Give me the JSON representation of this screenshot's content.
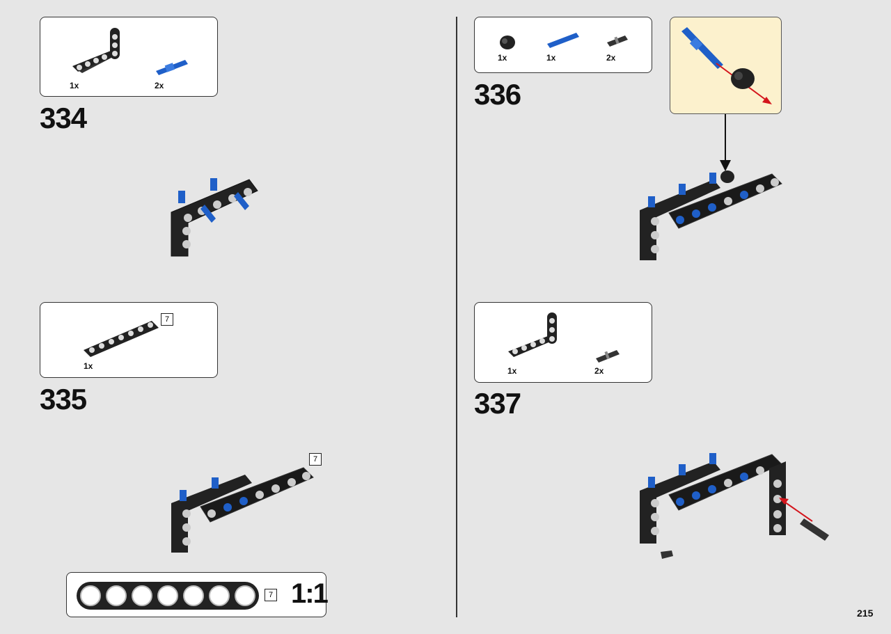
{
  "page": {
    "number": "215"
  },
  "steps": [
    {
      "number": "334",
      "parts": [
        {
          "qty": "1x",
          "icon": "l-beam-3x5-icon"
        },
        {
          "qty": "2x",
          "icon": "blue-axle-pin-icon"
        }
      ]
    },
    {
      "number": "335",
      "parts": [
        {
          "qty": "1x",
          "icon": "beam-7-icon",
          "length": "7"
        }
      ],
      "model_length": "7"
    },
    {
      "number": "336",
      "parts": [
        {
          "qty": "1x",
          "icon": "bush-icon"
        },
        {
          "qty": "1x",
          "icon": "blue-axle-pin-icon"
        },
        {
          "qty": "2x",
          "icon": "friction-pin-icon"
        }
      ]
    },
    {
      "number": "337",
      "parts": [
        {
          "qty": "1x",
          "icon": "l-beam-3x5-icon"
        },
        {
          "qty": "2x",
          "icon": "friction-pin-icon"
        }
      ]
    }
  ],
  "ruler": {
    "length": "7",
    "scale": "1:1",
    "holes": 7
  },
  "colors": {
    "background": "#e6e6e6",
    "beam": "#222222",
    "pin_blue": "#1f5fc8",
    "arrow_red": "#d4151c",
    "callout": "#fcf1cd"
  }
}
